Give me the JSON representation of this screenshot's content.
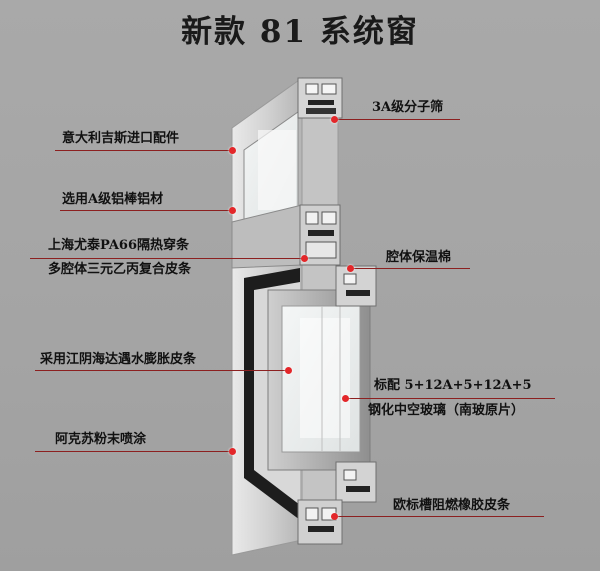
{
  "title": "新款 81 系统窗",
  "labels": {
    "sieve": "3A级分子筛",
    "hardware": "意大利吉斯进口配件",
    "aluminum": "选用A级铝棒铝材",
    "thermal_strip_1": "上海尤泰PA66隔热穿条",
    "thermal_strip_2": "多腔体三元乙丙复合皮条",
    "insulation": "腔体保温棉",
    "seal": "采用江阴海达遇水膨胀皮条",
    "glass_1": "标配 5+12A+5+12A+5",
    "glass_2": "钢化中空玻璃（南玻原片）",
    "coating": "阿克苏粉末喷涂",
    "gasket": "欧标槽阻燃橡胶皮条"
  },
  "colors": {
    "accent": "#e3272a",
    "line": "#8c2020"
  }
}
